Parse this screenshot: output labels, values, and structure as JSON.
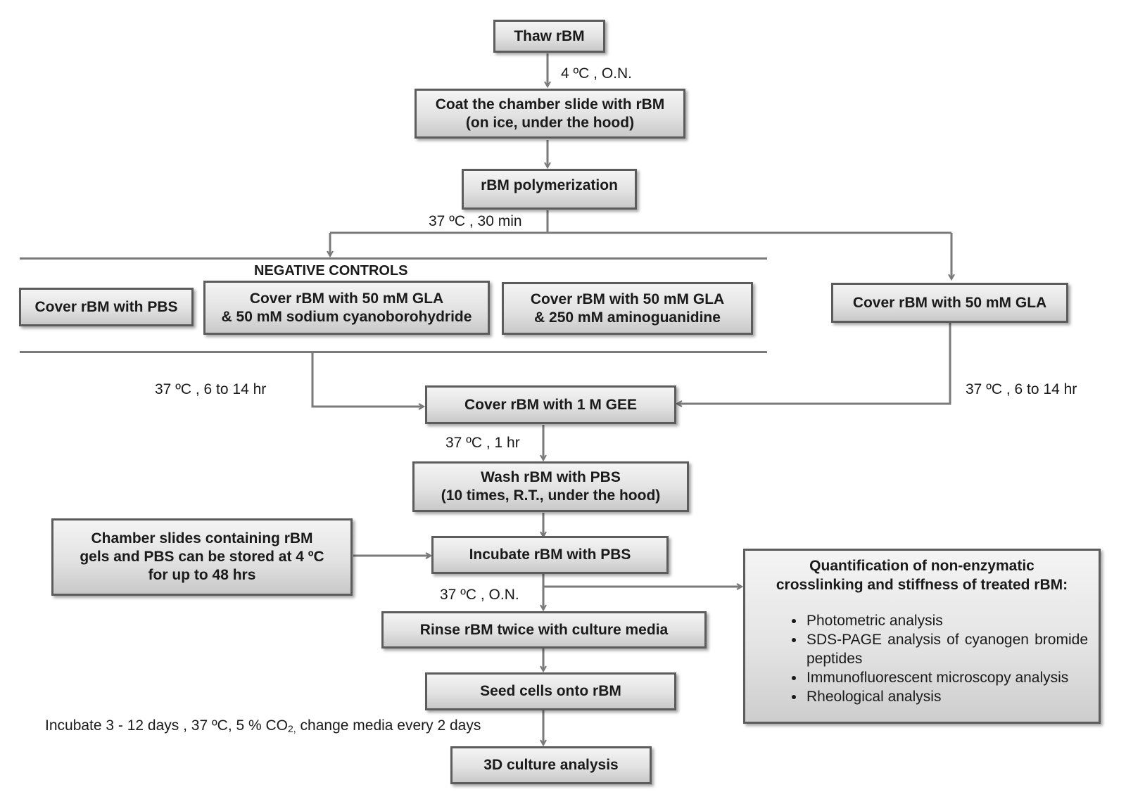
{
  "steps": {
    "thaw": "Thaw rBM",
    "coat_line1": "Coat the chamber slide with rBM",
    "coat_line2": "(on ice, under the hood)",
    "polymerization": "rBM polymerization",
    "negative_controls_title": "NEGATIVE CONTROLS",
    "pbs_cover": "Cover rBM with PBS",
    "gla_cyano_line1": "Cover rBM with 50 mM GLA",
    "gla_cyano_line2": "& 50 mM sodium cyanoborohydride",
    "gla_amino_line1": "Cover rBM with 50 mM GLA",
    "gla_amino_line2": "& 250 mM aminoguanidine",
    "gla_cover": "Cover rBM with 50 mM GLA",
    "gee_cover": "Cover  rBM with 1 M GEE",
    "wash_line1": "Wash rBM with PBS",
    "wash_line2": "(10 times, R.T., under the hood)",
    "storage_line1": "Chamber slides containing rBM",
    "storage_line2": "gels and PBS can be stored at 4 ºC",
    "storage_line3": "for up to 48 hrs",
    "incubate": "Incubate rBM with PBS",
    "rinse": "Rinse rBM twice with culture media",
    "seed": "Seed cells onto rBM",
    "analysis": "3D culture analysis"
  },
  "conditions": {
    "thaw_to_coat": "4 ºC , O.N.",
    "polymerization": "37 ºC , 30 min",
    "controls_incubation": "37 ºC ,  6 to 14 hr",
    "gla_incubation": "37 ºC ,  6 to 14 hr",
    "gee_incubation": "37 ºC ,  1 hr",
    "pbs_incubation": "37 ºC ,  O.N.",
    "culture_part1": "Incubate 3 - 12 days , 37 ºC, 5 % CO",
    "culture_sub": "2,",
    "culture_part2": " change media every 2 days"
  },
  "quantification": {
    "title_line1": "Quantification of non-enzymatic",
    "title_line2": "crosslinking and stiffness of treated rBM:",
    "items": [
      "Photometric analysis",
      "SDS-PAGE analysis of cyanogen bromide peptides",
      "Immunofluorescent microscopy analysis",
      "Rheological analysis"
    ]
  },
  "colors": {
    "box_border": "#5c5c5c",
    "connector": "#7a7a7a",
    "text": "#1a1a1a"
  }
}
